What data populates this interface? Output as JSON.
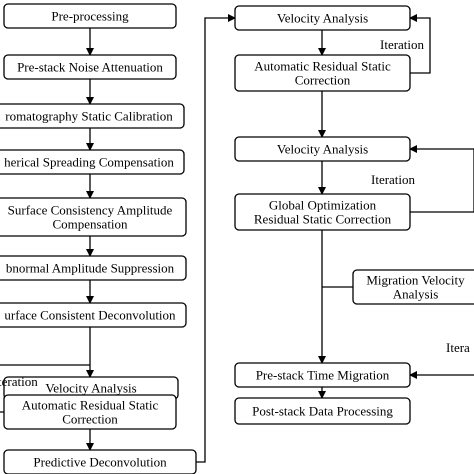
{
  "diagram": {
    "nodes": [
      {
        "id": "pre-processing",
        "lines": [
          "Pre-processing"
        ]
      },
      {
        "id": "prestack-noise-attenuation",
        "lines": [
          "Pre-stack Noise Attenuation"
        ]
      },
      {
        "id": "tomography-static-calibration",
        "lines": [
          "romatography Static Calibration"
        ]
      },
      {
        "id": "spherical-spreading-compensation",
        "lines": [
          "herical Spreading Compensation"
        ]
      },
      {
        "id": "surface-consistency-amplitude-compensation",
        "lines": [
          "Surface Consistency Amplitude",
          "Compensation"
        ]
      },
      {
        "id": "abnormal-amplitude-suppression",
        "lines": [
          "bnormal Amplitude Suppression"
        ]
      },
      {
        "id": "surface-consistent-deconvolution",
        "lines": [
          "urface Consistent Deconvolution"
        ]
      },
      {
        "id": "velocity-analysis-left",
        "lines": [
          "Velocity Analysis"
        ]
      },
      {
        "id": "auto-residual-static-left",
        "lines": [
          "Automatic Residual Static",
          "Correction"
        ]
      },
      {
        "id": "predictive-deconvolution",
        "lines": [
          "Predictive Deconvolution"
        ]
      },
      {
        "id": "velocity-analysis-right-1",
        "lines": [
          "Velocity Analysis"
        ]
      },
      {
        "id": "auto-residual-static-right",
        "lines": [
          "Automatic Residual Static",
          "Correction"
        ]
      },
      {
        "id": "velocity-analysis-right-2",
        "lines": [
          "Velocity Analysis"
        ]
      },
      {
        "id": "global-optimization-residual-static",
        "lines": [
          "Global Optimization",
          "Residual Static Correction"
        ]
      },
      {
        "id": "migration-velocity-analysis",
        "lines": [
          "Migration Velocity",
          "Analysis"
        ]
      },
      {
        "id": "prestack-time-migration",
        "lines": [
          "Pre-stack Time Migration"
        ]
      },
      {
        "id": "poststack-data-processing",
        "lines": [
          "Post-stack Data Processing"
        ]
      }
    ],
    "labels": [
      {
        "id": "iteration-right-1",
        "text": "Iteration"
      },
      {
        "id": "iteration-right-2",
        "text": "Iteration"
      },
      {
        "id": "iteration-left",
        "text": "teration"
      },
      {
        "id": "iteration-far-right",
        "text": "Itera"
      }
    ]
  }
}
